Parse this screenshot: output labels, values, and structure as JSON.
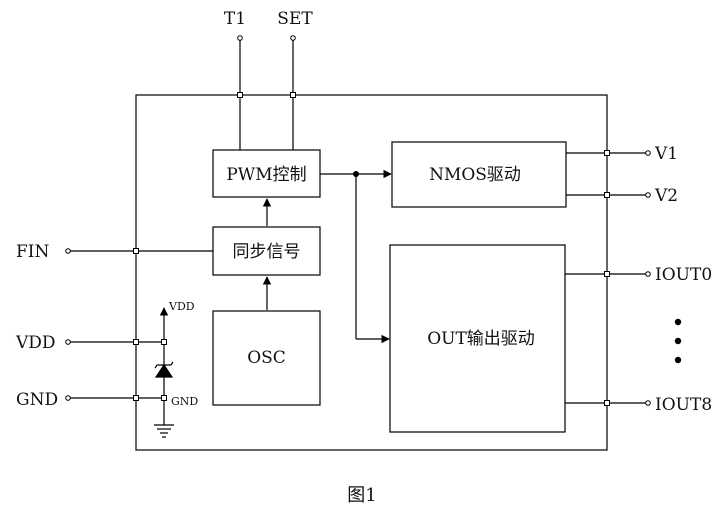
{
  "pins": {
    "t1": "T1",
    "set": "SET",
    "fin": "FIN",
    "vdd": "VDD",
    "gnd": "GND",
    "v1": "V1",
    "v2": "V2",
    "iout0": "IOUT0",
    "iout8": "IOUT8"
  },
  "blocks": {
    "pwm": "PWM控制",
    "sync": "同步信号",
    "osc": "OSC",
    "nmos": "NMOS驱动",
    "out": "OUT输出驱动"
  },
  "zener": {
    "vdd_label": "VDD",
    "gnd_label": "GND"
  },
  "caption": "图1"
}
